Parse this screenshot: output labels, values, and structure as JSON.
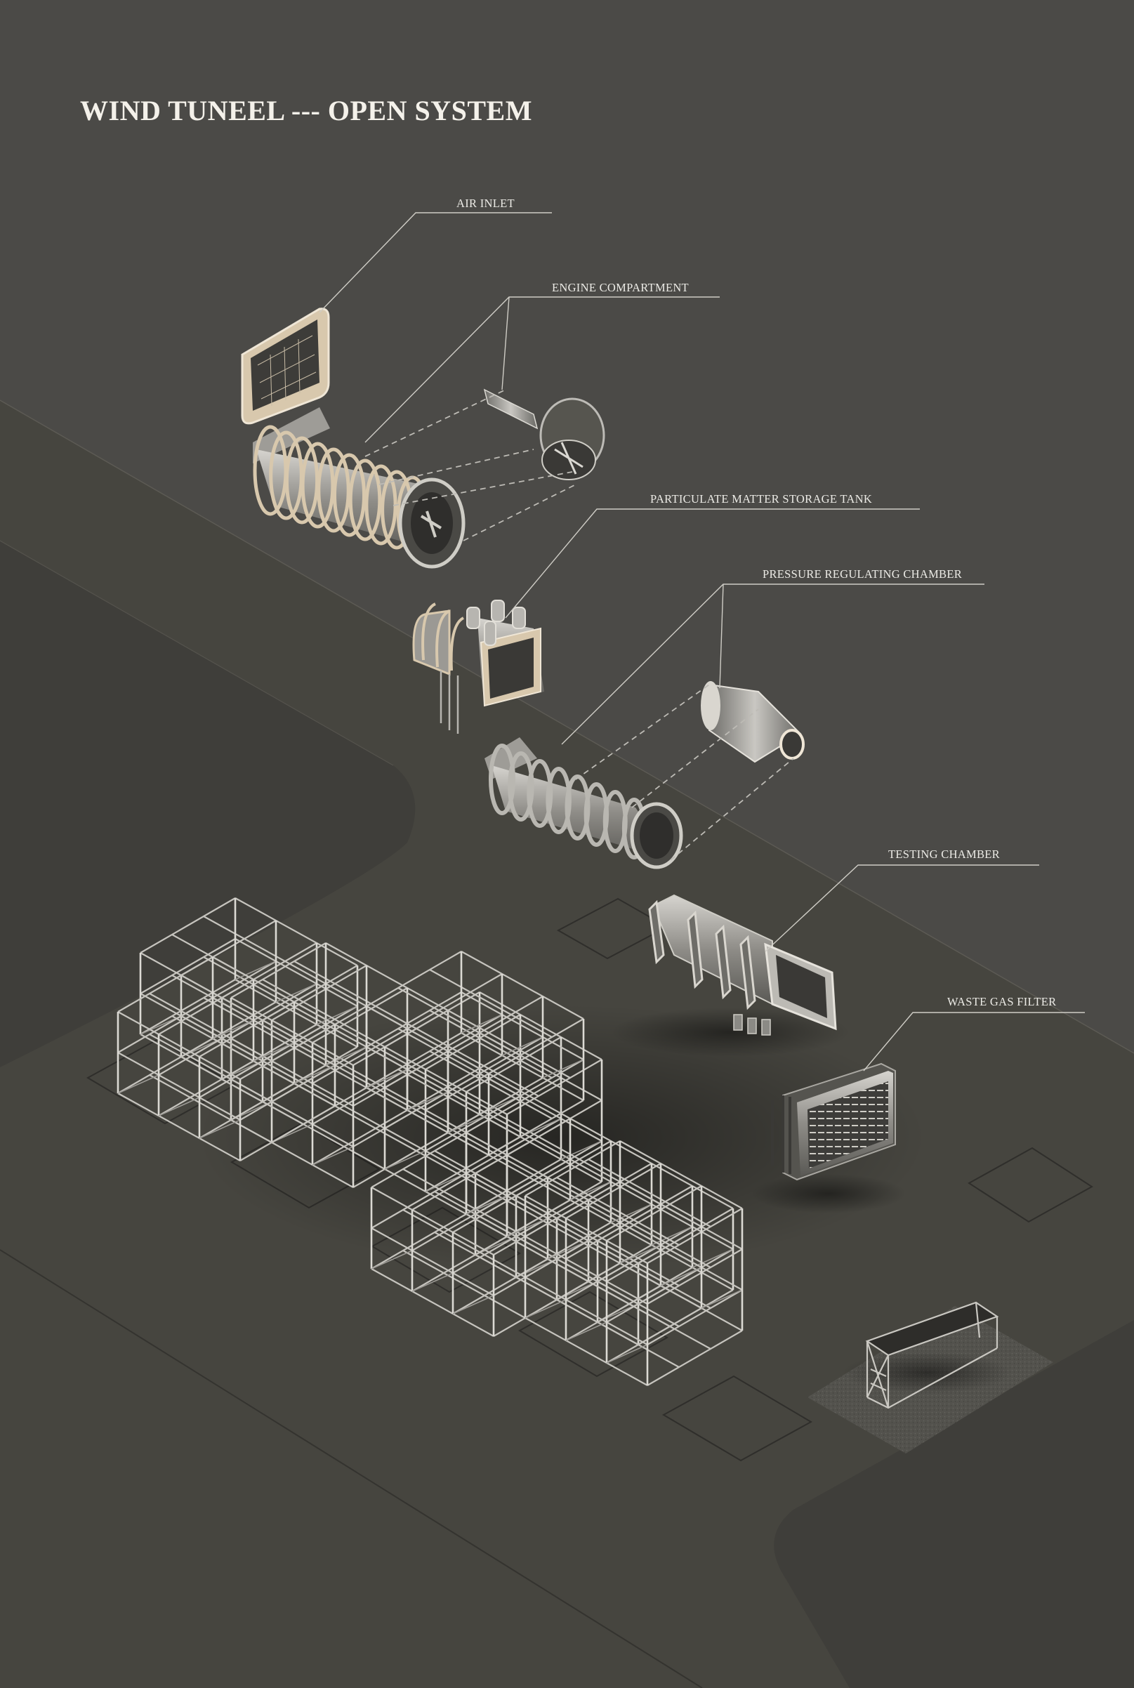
{
  "title": "WIND TUNEEL --- OPEN SYSTEM",
  "labels": {
    "air_inlet": "AIR INLET",
    "engine_compartment": "ENGINE COMPARTMENT",
    "particulate_tank": "PARTICULATE MATTER STORAGE TANK",
    "pressure_chamber": "PRESSURE REGULATING CHAMBER",
    "testing_chamber": "TESTING CHAMBER",
    "waste_gas_filter": "WASTE GAS FILTER"
  },
  "colors": {
    "background": "#4b4a47",
    "ground": "#45443f",
    "leader_line": "#cfcdc6",
    "tan_accent": "#cdb89c",
    "metal": "#a9a7a2"
  }
}
